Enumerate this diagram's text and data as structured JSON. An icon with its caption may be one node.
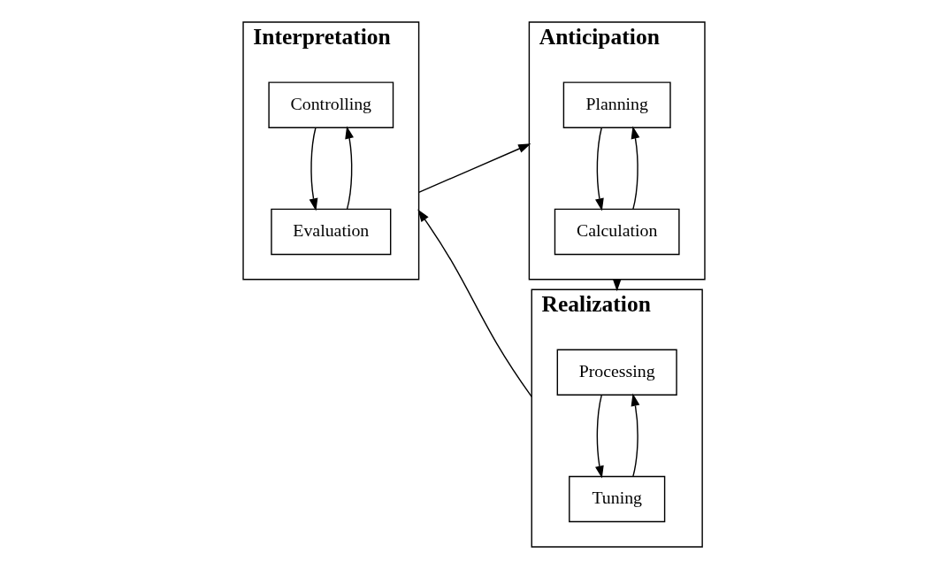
{
  "diagram": {
    "nodes": [
      {
        "text": [
          "Interpretation"
        ]
      },
      {
        "text": [
          "Controlling"
        ],
        "in": 0
      },
      {
        "text": [
          "Evaluation"
        ],
        "in": 0
      },
      {
        "text": [
          "Anticipation"
        ]
      },
      {
        "text": [
          "Planning"
        ],
        "in": 3
      },
      {
        "text": [
          "Calculation"
        ],
        "in": 3
      },
      {
        "text": [
          "Realization"
        ]
      },
      {
        "text": [
          "Processing"
        ],
        "in": 6
      },
      {
        "text": [
          "Tuning"
        ],
        "in": 6
      }
    ],
    "edges": [
      {
        "from": 1,
        "to": 2,
        "arrow": "to"
      },
      {
        "from": 2,
        "to": 1,
        "arrow": "to"
      },
      {
        "from": 0,
        "to": 3,
        "arrow": "to"
      },
      {
        "from": 4,
        "to": 5,
        "arrow": "to"
      },
      {
        "from": 5,
        "to": 4,
        "arrow": "to"
      },
      {
        "from": 3,
        "to": 6,
        "arrow": "to"
      },
      {
        "from": 7,
        "to": 8,
        "arrow": "to"
      },
      {
        "from": 8,
        "to": 7,
        "arrow": "to"
      },
      {
        "from": 6,
        "to": 0,
        "arrow": "to"
      }
    ]
  }
}
